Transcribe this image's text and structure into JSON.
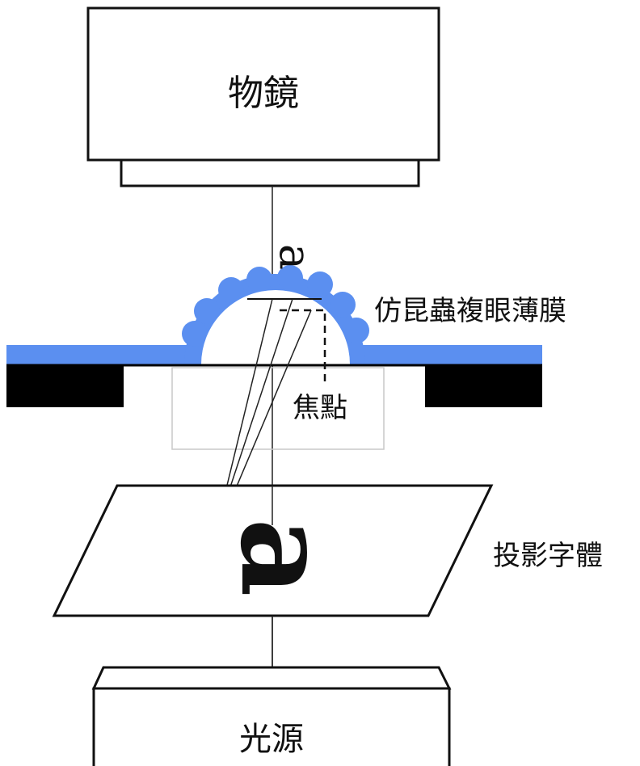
{
  "labels": {
    "objective_lens": "物鏡",
    "film": "仿昆蟲複眼薄膜",
    "focal_point": "焦點",
    "projected_char": "投影字體",
    "light_source": "光源"
  },
  "glyphs": {
    "small_letter": "a",
    "projected_letter": "a"
  },
  "colors": {
    "film_blue": "#5b8ff0",
    "stage_black": "#000000",
    "outline": "#111111",
    "ray": "#222222",
    "focus_box": "#c8c8c8"
  }
}
